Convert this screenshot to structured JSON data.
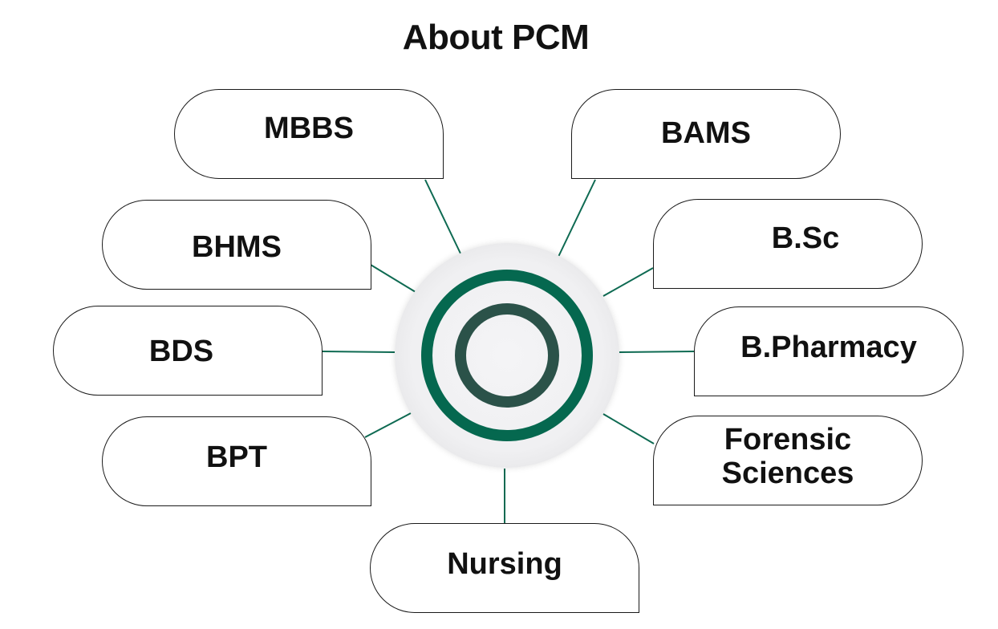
{
  "title": "About PCM",
  "center": {
    "icon": "target-rings-icon"
  },
  "colors": {
    "accent": "#05684f",
    "inner_ring": "#2b5249",
    "text": "#111111"
  },
  "nodes": [
    {
      "id": "mbbs",
      "label": "MBBS"
    },
    {
      "id": "bams",
      "label": "BAMS"
    },
    {
      "id": "bhms",
      "label": "BHMS"
    },
    {
      "id": "bsc",
      "label": "B.Sc"
    },
    {
      "id": "bds",
      "label": "BDS"
    },
    {
      "id": "bpharmacy",
      "label": "B.Pharmacy"
    },
    {
      "id": "bpt",
      "label": "BPT"
    },
    {
      "id": "forensic",
      "label": "Forensic\nSciences"
    },
    {
      "id": "nursing",
      "label": "Nursing"
    }
  ]
}
